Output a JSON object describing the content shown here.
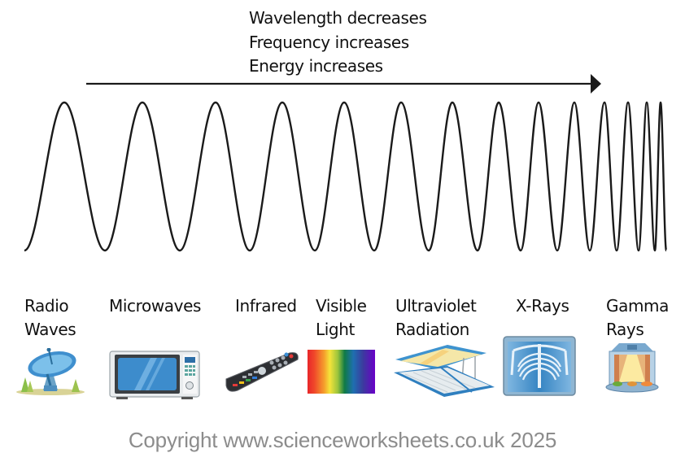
{
  "header": {
    "lines": [
      "Wavelength decreases",
      "Frequency increases",
      "Energy increases"
    ]
  },
  "arrow": {
    "direction": "right",
    "meaning": "increasing frequency / energy, decreasing wavelength",
    "color": "#1a1a1a"
  },
  "wave": {
    "color": "#1a1a1a",
    "description": "sine wave whose wavelength decreases from left to right"
  },
  "spectrum": [
    {
      "id": "radio",
      "label_lines": [
        "Radio",
        "Waves"
      ],
      "icon": "satellite-dish-icon"
    },
    {
      "id": "microwave",
      "label_lines": [
        "Microwaves"
      ],
      "icon": "microwave-oven-icon"
    },
    {
      "id": "infrared",
      "label_lines": [
        "Infrared"
      ],
      "icon": "remote-control-icon"
    },
    {
      "id": "visible",
      "label_lines": [
        "Visible",
        "Light"
      ],
      "icon": "rainbow-spectrum-icon"
    },
    {
      "id": "ultraviolet",
      "label_lines": [
        "Ultraviolet",
        "Radiation"
      ],
      "icon": "sunbed-icon"
    },
    {
      "id": "xray",
      "label_lines": [
        "X-Rays"
      ],
      "icon": "chest-xray-icon"
    },
    {
      "id": "gamma",
      "label_lines": [
        "Gamma",
        "Rays"
      ],
      "icon": "food-irradiator-icon"
    }
  ],
  "visible_spectrum_colors": [
    "#e8262a",
    "#f26b23",
    "#f5e43a",
    "#6cb33f",
    "#0f7a46",
    "#1f6fb0",
    "#3b3b9e",
    "#6a00c8"
  ],
  "copyright": "Copyright www.scienceworksheets.co.uk 2025"
}
